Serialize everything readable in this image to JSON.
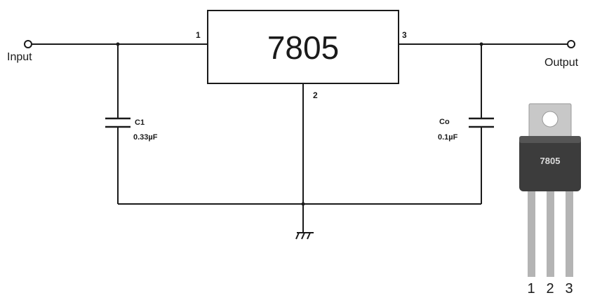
{
  "regulator": {
    "part_number": "7805",
    "pin_in": "1",
    "pin_gnd": "2",
    "pin_out": "3"
  },
  "terminals": {
    "input_label": "Input",
    "output_label": "Output"
  },
  "capacitors": {
    "input": {
      "designator": "C1",
      "value": "0.33µF"
    },
    "output": {
      "designator": "Co",
      "value": "0.1µF"
    }
  },
  "package": {
    "marking": "7805",
    "lead_labels": [
      "1",
      "2",
      "3"
    ]
  },
  "colors": {
    "line": "#1a1a1a",
    "package_body": "#3c3c3c",
    "tab": "#c8c8c8",
    "leads": "#b4b4b4"
  }
}
